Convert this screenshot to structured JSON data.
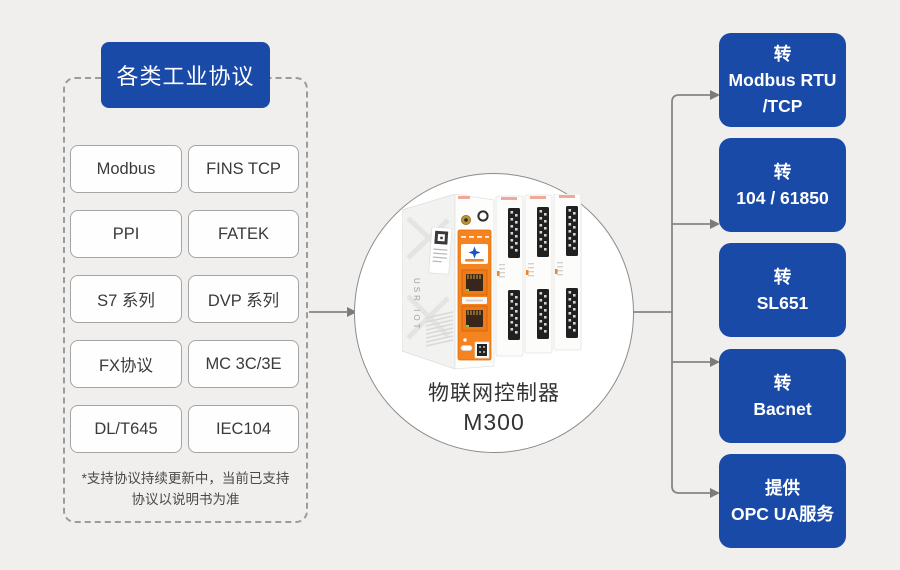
{
  "colors": {
    "background": "#f0efee",
    "accent_blue": "#1a4aa8",
    "arrow_gray": "#858585",
    "device_orange": "#f5831f"
  },
  "left_panel": {
    "title": "各类工业协议",
    "protocols": [
      "Modbus",
      "FINS TCP",
      "PPI",
      "FATEK",
      "S7 系列",
      "DVP 系列",
      "FX协议",
      "MC 3C/3E",
      "DL/T645",
      "IEC104"
    ],
    "note": {
      "line1": "*支持协议持续更新中，当前已支持",
      "line2": "协议以说明书为准"
    }
  },
  "device": {
    "name_line1": "物联网控制器",
    "name_line2": "M300",
    "side_text": "USR IOT",
    "image": "usr-iot-m300-plc-photo"
  },
  "outputs": [
    {
      "line1": "转",
      "line2": "Modbus RTU",
      "line3": "/TCP"
    },
    {
      "line1": "转",
      "line2": "104 / 61850",
      "line3": ""
    },
    {
      "line1": "转",
      "line2": "SL651",
      "line3": ""
    },
    {
      "line1": "转",
      "line2": "Bacnet",
      "line3": ""
    },
    {
      "line1": "提供",
      "line2": "OPC UA服务",
      "line3": ""
    }
  ]
}
